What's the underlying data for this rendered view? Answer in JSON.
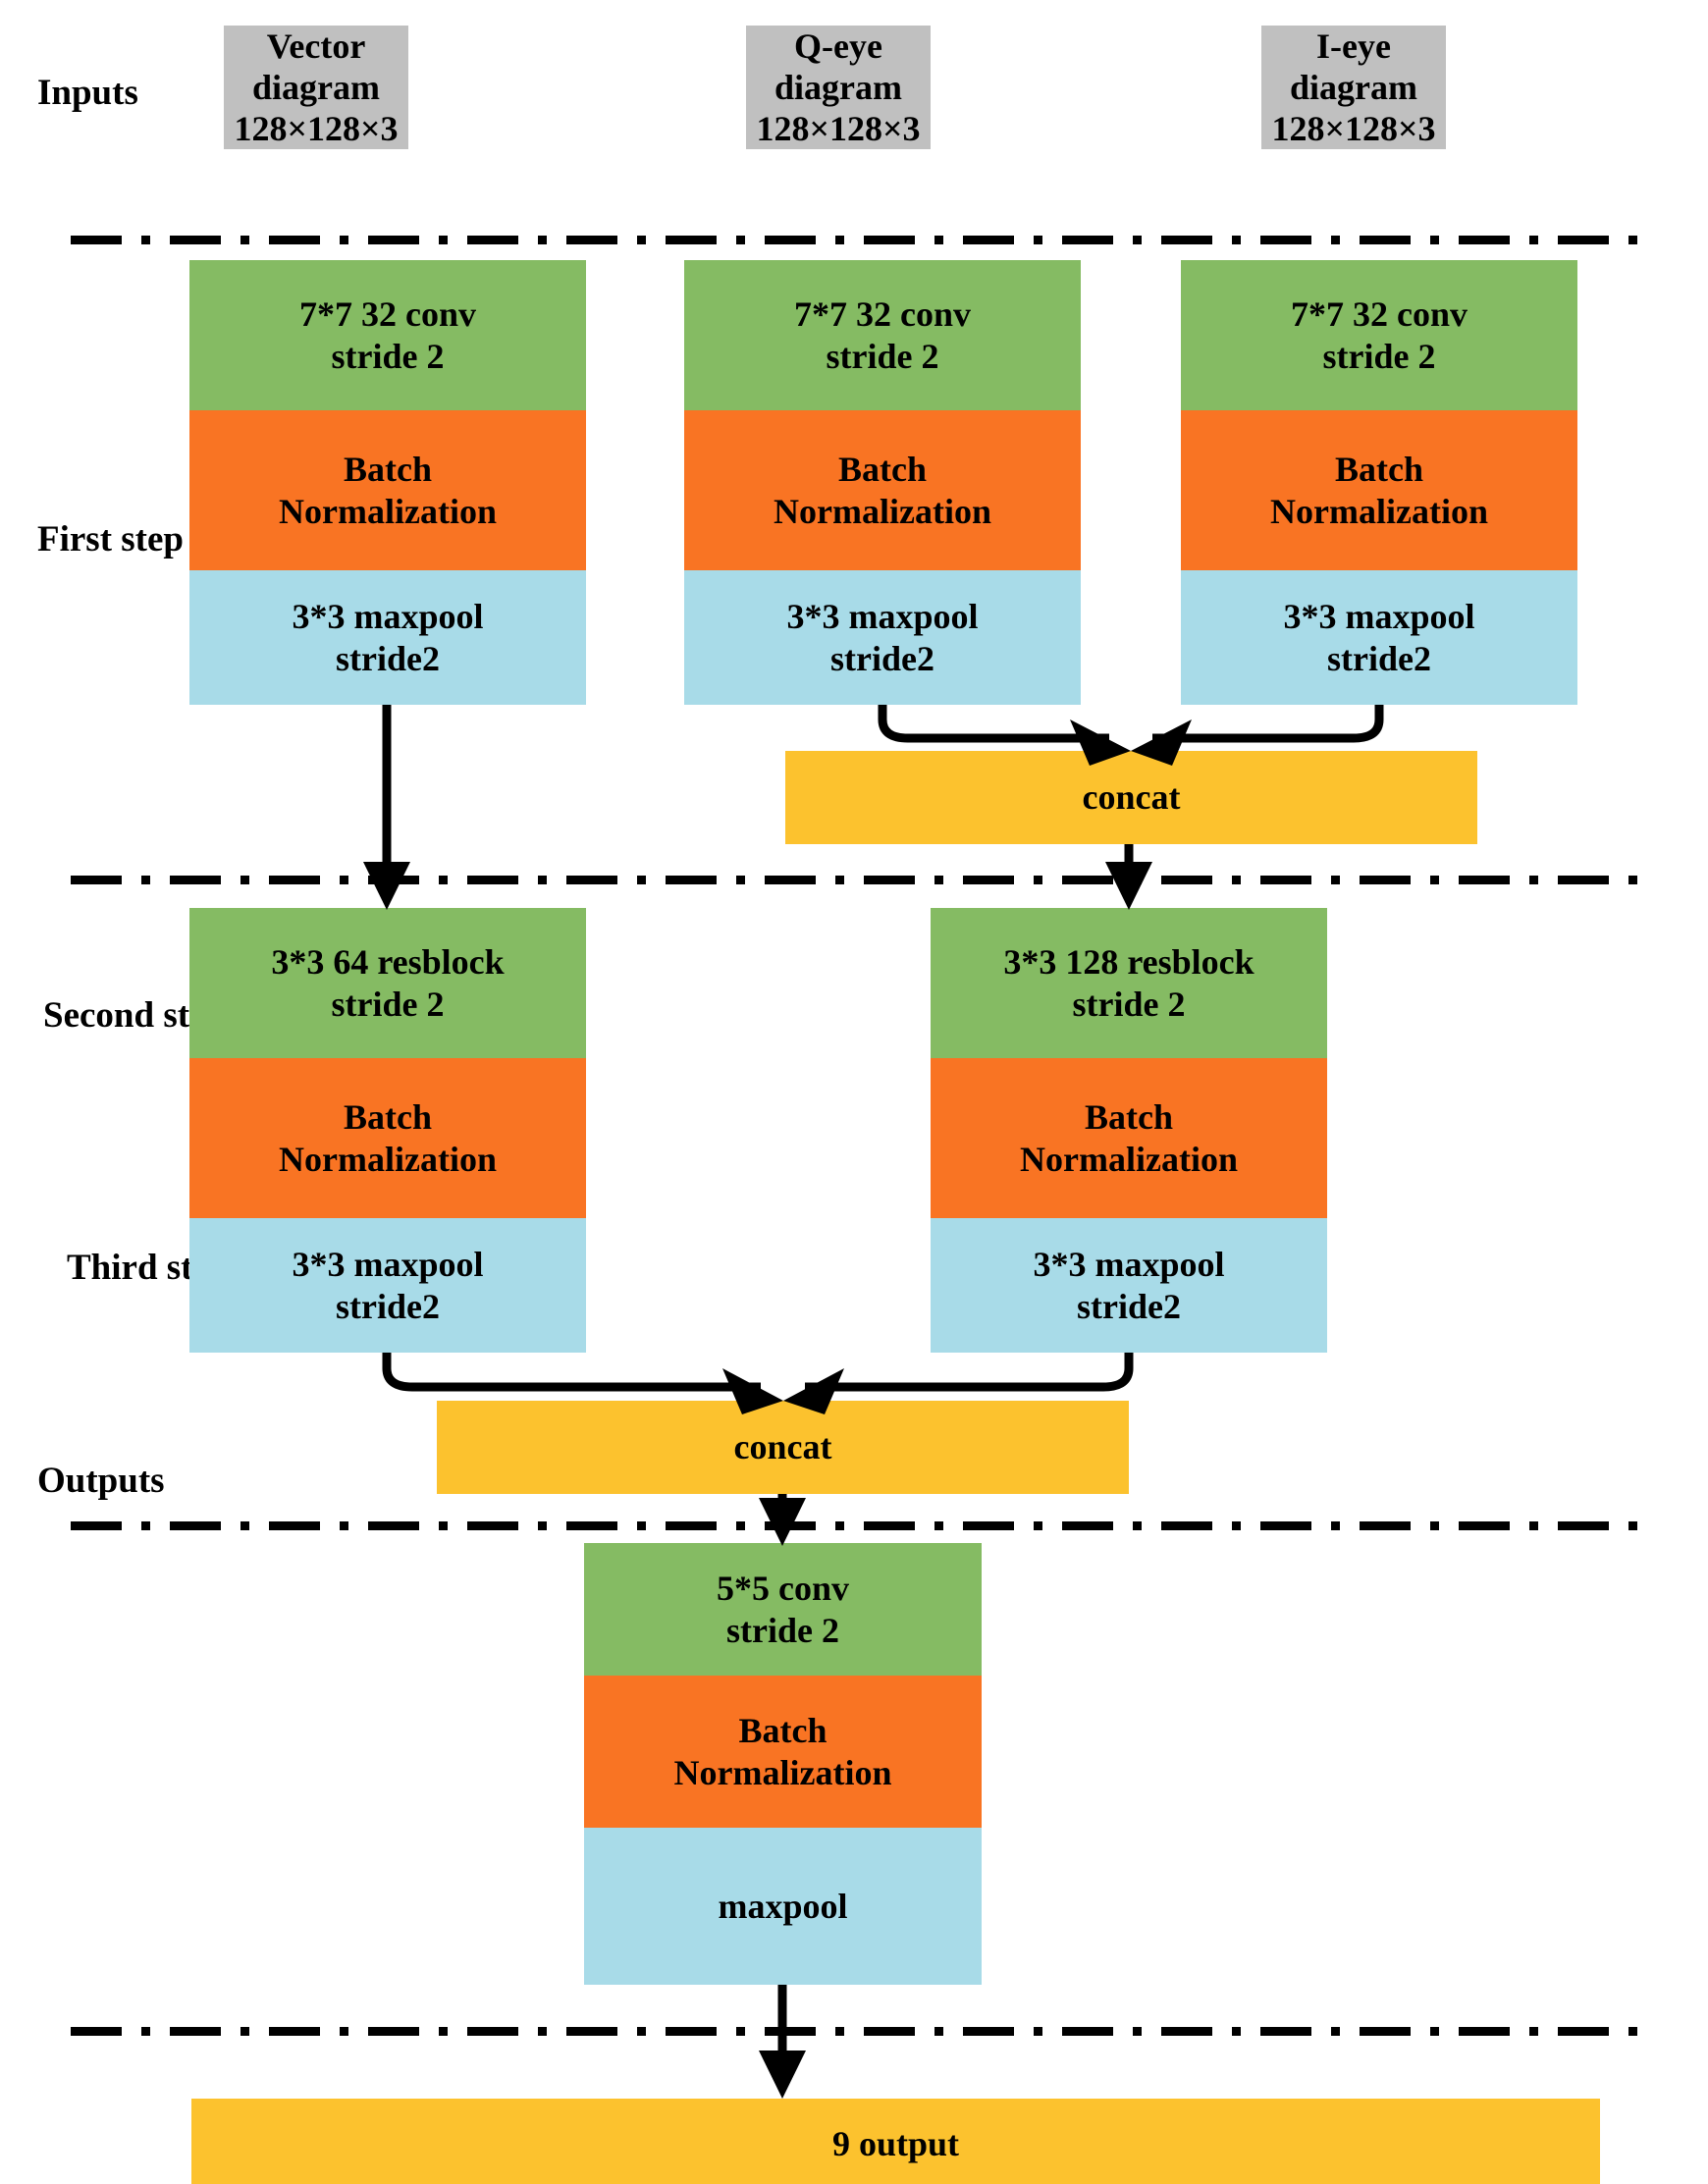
{
  "figure": {
    "type": "diagram",
    "subtype": "neural-network-architecture-flowchart",
    "colors": {
      "input": "#c0c0c0",
      "conv": "#85bb63",
      "batchnorm": "#f97423",
      "maxpool": "#a8dbe8",
      "concat": "#fcc22e",
      "output": "#fcc22e",
      "line": "#000000",
      "background": "#ffffff"
    }
  },
  "row_labels": {
    "inputs": "Inputs",
    "first_step": "First step",
    "second_step": "Second step",
    "third_step": "Third step",
    "outputs": "Outputs"
  },
  "inputs": [
    {
      "name": "vector",
      "label": "Vector\ndiagram\n128×128×3"
    },
    {
      "name": "q-eye",
      "label": "Q-eye\ndiagram\n128×128×3"
    },
    {
      "name": "i-eye",
      "label": "I-eye\ndiagram\n128×128×3"
    }
  ],
  "first_step": {
    "branches": [
      {
        "name": "vector-branch",
        "conv": "7*7 32 conv\nstride 2",
        "batchnorm": "Batch\nNormalization",
        "maxpool": "3*3 maxpool\nstride2"
      },
      {
        "name": "q-eye-branch",
        "conv": "7*7 32 conv\nstride 2",
        "batchnorm": "Batch\nNormalization",
        "maxpool": "3*3 maxpool\nstride2"
      },
      {
        "name": "i-eye-branch",
        "conv": "7*7 32 conv\nstride 2",
        "batchnorm": "Batch\nNormalization",
        "maxpool": "3*3 maxpool\nstride2"
      }
    ],
    "concat": "concat"
  },
  "second_step": {
    "branches": [
      {
        "name": "left-branch",
        "conv": "3*3 64 resblock\nstride 2",
        "batchnorm": "Batch\nNormalization",
        "maxpool": "3*3 maxpool\nstride2"
      },
      {
        "name": "right-branch",
        "conv": "3*3 128 resblock\nstride 2",
        "batchnorm": "Batch\nNormalization",
        "maxpool": "3*3 maxpool\nstride2"
      }
    ],
    "concat": "concat"
  },
  "third_step": {
    "conv": "5*5 conv\nstride 2",
    "batchnorm": "Batch\nNormalization",
    "maxpool": "maxpool"
  },
  "outputs": {
    "label": "9 output"
  }
}
